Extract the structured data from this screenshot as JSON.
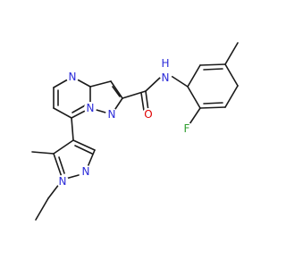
{
  "structure": {
    "colors": {
      "bond": "#1a1a1a",
      "N": "#2b2bd9",
      "O": "#e00000",
      "F": "#2e9e2e"
    },
    "atom_labels": {
      "n_pyrimidine": "N",
      "n_bridge": "N",
      "n_pyrazole_ring": "N",
      "o_carbonyl": "O",
      "n_amide": "N",
      "h_amide": "H",
      "f_fluoro": "F",
      "n1_pyrazole": "N",
      "n2_pyrazole": "N"
    }
  }
}
